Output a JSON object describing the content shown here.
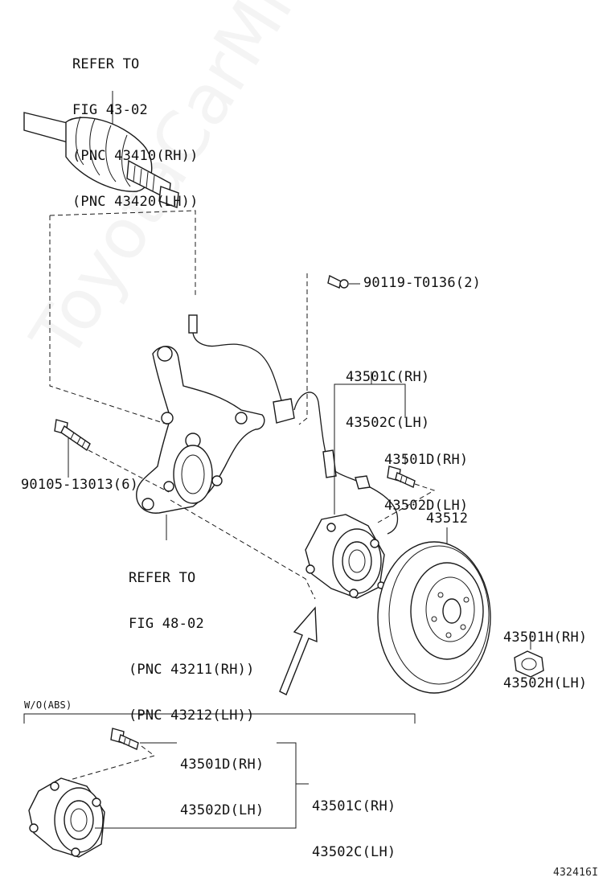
{
  "watermark": "ToyotaCarMine.ru",
  "labels": {
    "drive_shaft": [
      "REFER TO",
      "FIG 43-02",
      "(PNC 43410(RH))",
      "(PNC 43420(LH))"
    ],
    "bolt_top": "90119-T0136(2)",
    "hub_c_main": [
      "43501C(RH)",
      "43502C(LH)"
    ],
    "hub_bolt_main": [
      "43501D(RH)",
      "43502D(LH)"
    ],
    "disc": "43512",
    "knuckle_bolt": "90105-13013(6)",
    "knuckle": [
      "REFER TO",
      "FIG 48-02",
      "(PNC 43211(RH))",
      "(PNC 43212(LH))"
    ],
    "nut": [
      "43501H(RH)",
      "43502H(LH)"
    ],
    "wo_abs_title": "W/O(ABS)",
    "wo_bolt": [
      "43501D(RH)",
      "43502D(LH)"
    ],
    "wo_hub": [
      "43501C(RH)",
      "43502C(LH)"
    ],
    "figure_number": "432416I"
  }
}
